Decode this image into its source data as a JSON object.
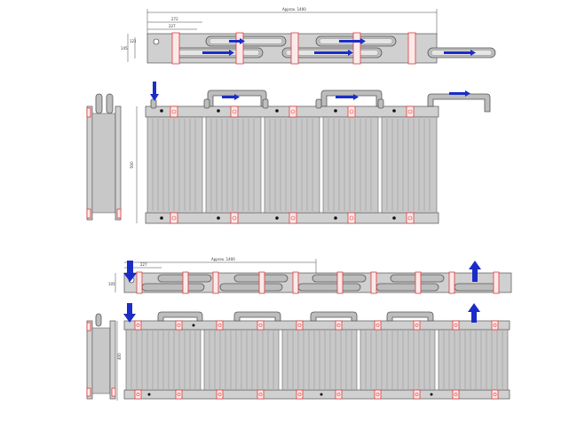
{
  "labels": {
    "dim_total_top": "Approx. 1400",
    "dim_small_1": "272",
    "dim_small_2": "227",
    "dim_height_top": "145",
    "dim_height_inner": "121",
    "dim_side_top": "500",
    "dim_total_bottom": "Approx. 1400",
    "dim_small_bottom": "227",
    "dim_height_bottom": "105",
    "dim_side_bottom": "400"
  },
  "colors": {
    "arrow": "#1a2dc8",
    "tag_outline": "#e03b3b",
    "metal": "#c8c8c8"
  },
  "arrows": {
    "top_plan_flow": "right-arrow-icon",
    "top_front_inlet": "down-arrow-icon",
    "bottom_inlet": "down-arrow-icon",
    "bottom_outlet": "up-arrow-icon"
  }
}
